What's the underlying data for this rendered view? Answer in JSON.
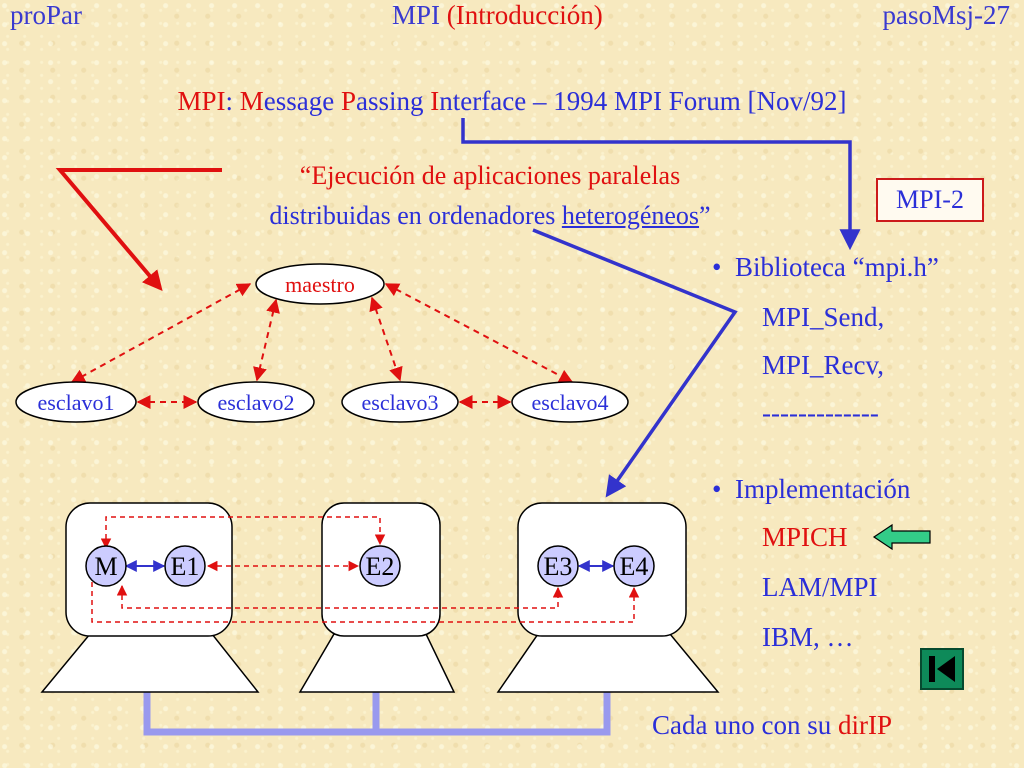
{
  "header": {
    "left": "proPar",
    "center_a": "MPI",
    "center_b": "(Introducción)",
    "right": "pasoMsj-27"
  },
  "heading": {
    "mpi": "MPI",
    "colon": ":",
    "m": "M",
    "essage": "essage",
    "p": "P",
    "assing": "assing",
    "i": "I",
    "rest": "nterface – 1994 MPI Forum [Nov/92]"
  },
  "quote": {
    "line1": "“Ejecución de aplicaciones paralelas",
    "line2_a": "distribuidas en ordenadores",
    "line2_b": "heterogéneos",
    "line2_c": "”"
  },
  "mpi2_label": "MPI-2",
  "library": {
    "bullet": "•",
    "title": "Biblioteca “mpi.h”",
    "items": [
      "MPI_Send,",
      "MPI_Recv,",
      "-------------"
    ]
  },
  "implementation": {
    "bullet": "•",
    "title": "Implementación",
    "items": [
      "MPICH",
      "LAM/MPI",
      "IBM, …"
    ]
  },
  "footer": {
    "prefix": "Cada uno con su",
    "highlight": "dirIP"
  },
  "nodes": {
    "master": "maestro",
    "slaves": [
      "esclavo1",
      "esclavo2",
      "esclavo3",
      "esclavo4"
    ]
  },
  "processes": [
    "M",
    "E1",
    "E2",
    "E3",
    "E4"
  ],
  "colors": {
    "blue": "#2b2fd8",
    "red": "#e01010",
    "arrow_blue": "#3333cc",
    "process_fill": "#ccccff",
    "network": "#9999ee",
    "back_button": "#0e8a59",
    "mpich_arrow": "#33cc88"
  },
  "icons": {
    "back_button": "skip-to-start-icon",
    "mpich_pointer": "left-arrow-icon"
  }
}
